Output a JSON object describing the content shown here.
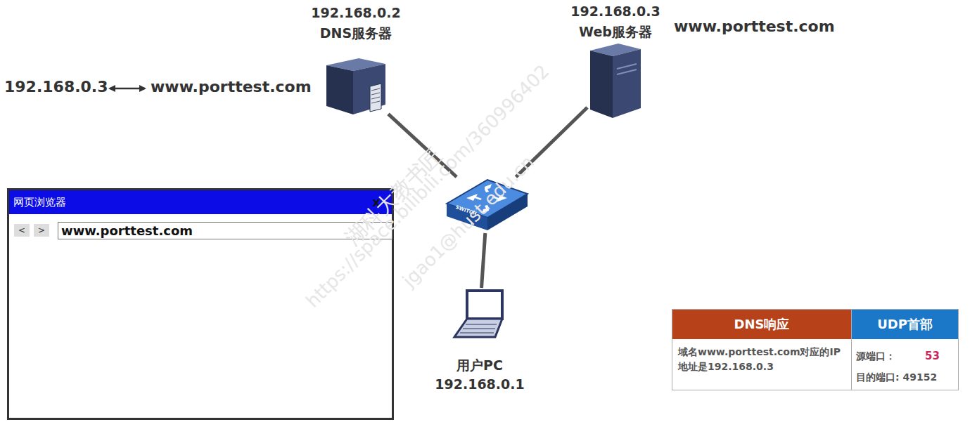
{
  "diagram": {
    "nodes": [
      {
        "text": [
          "192.168.0.2",
          "DNS服务器"
        ]
      },
      {
        "text": [
          "192.168.0.3",
          "Web服务器"
        ]
      },
      {
        "text": [
          "SWITCH"
        ]
      },
      {
        "text": [
          "用户PC",
          "192.168.0.1"
        ]
      },
      {
        "text": [
          "网页浏览器"
        ]
      },
      {
        "text": [
          "X"
        ],
        "in": 4
      },
      {
        "text": [
          "<"
        ],
        "in": 4
      },
      {
        "text": [
          ">"
        ],
        "in": 4
      },
      {
        "text": [
          "www.porttest.com"
        ],
        "in": 4
      },
      {
        "text": [
          "DNS响应",
          "域名www.porttest.com对应的IP地址是192.168.0.3"
        ]
      },
      {
        "text": [
          "UDP首部",
          "源端口：",
          "53",
          "目的端口: 49152"
        ]
      }
    ],
    "edges": [
      {
        "from": 0,
        "to": 2,
        "arrow": "none"
      },
      {
        "from": 1,
        "to": 2,
        "arrow": "none"
      },
      {
        "from": 2,
        "to": 3,
        "arrow": "none"
      }
    ],
    "labels": [
      "192.168.0.3",
      "www.porttest.com",
      "www.porttest.com",
      "湖科大教书匠",
      "https://space.bilibili.com/360996402",
      "jgao1@hust.edu.cn"
    ]
  }
}
